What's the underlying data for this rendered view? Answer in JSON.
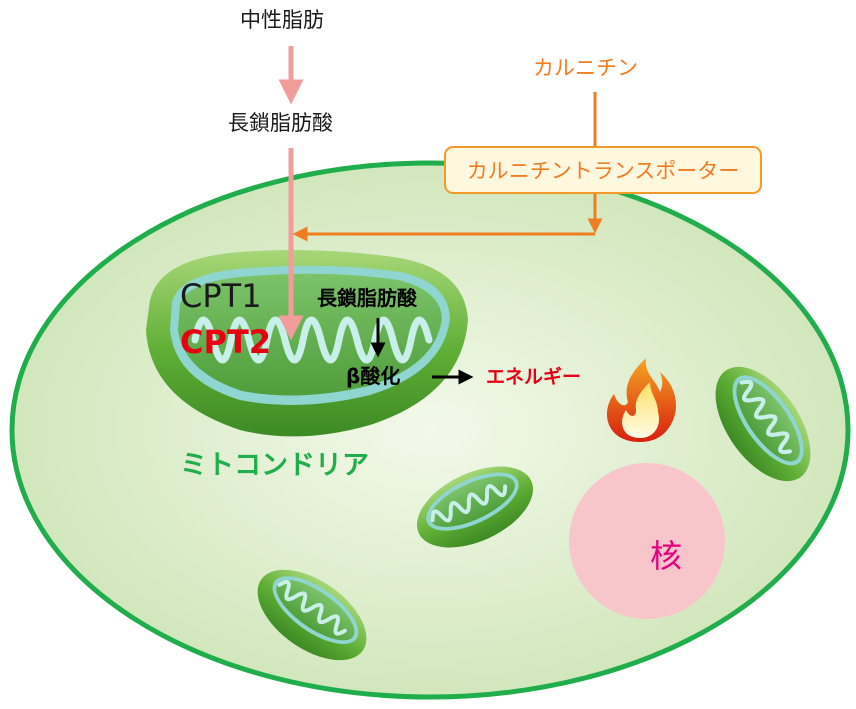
{
  "labels": {
    "triglyceride": "中性脂肪",
    "lcfa_outside": "長鎖脂肪酸",
    "carnitine": "カルニチン",
    "carnitine_transporter": "カルニチントランスポーター",
    "cpt1": "CPT1",
    "cpt2": "CPT2",
    "lcfa_inside": "長鎖脂肪酸",
    "beta_oxidation": "β酸化",
    "energy": "エネルギー",
    "mitochondria": "ミトコンドリア",
    "nucleus": "核"
  },
  "colors": {
    "cell_fill": "#d9ebc8",
    "cell_border": "#1fae4b",
    "mito_green": "#4ea531",
    "mito_inner": "#8fd6d0",
    "fatty_acid_arrow": "#f29c9c",
    "carnitine_orange": "#ef7d22",
    "cpt2_red": "#e60012",
    "energy_red": "#e60012",
    "mito_label_green": "#1fae4b",
    "nucleus_fill": "#f8c6ca",
    "nucleus_text": "#e4007f"
  },
  "icons": [
    "fire-icon",
    "mitochondrion-icon"
  ]
}
